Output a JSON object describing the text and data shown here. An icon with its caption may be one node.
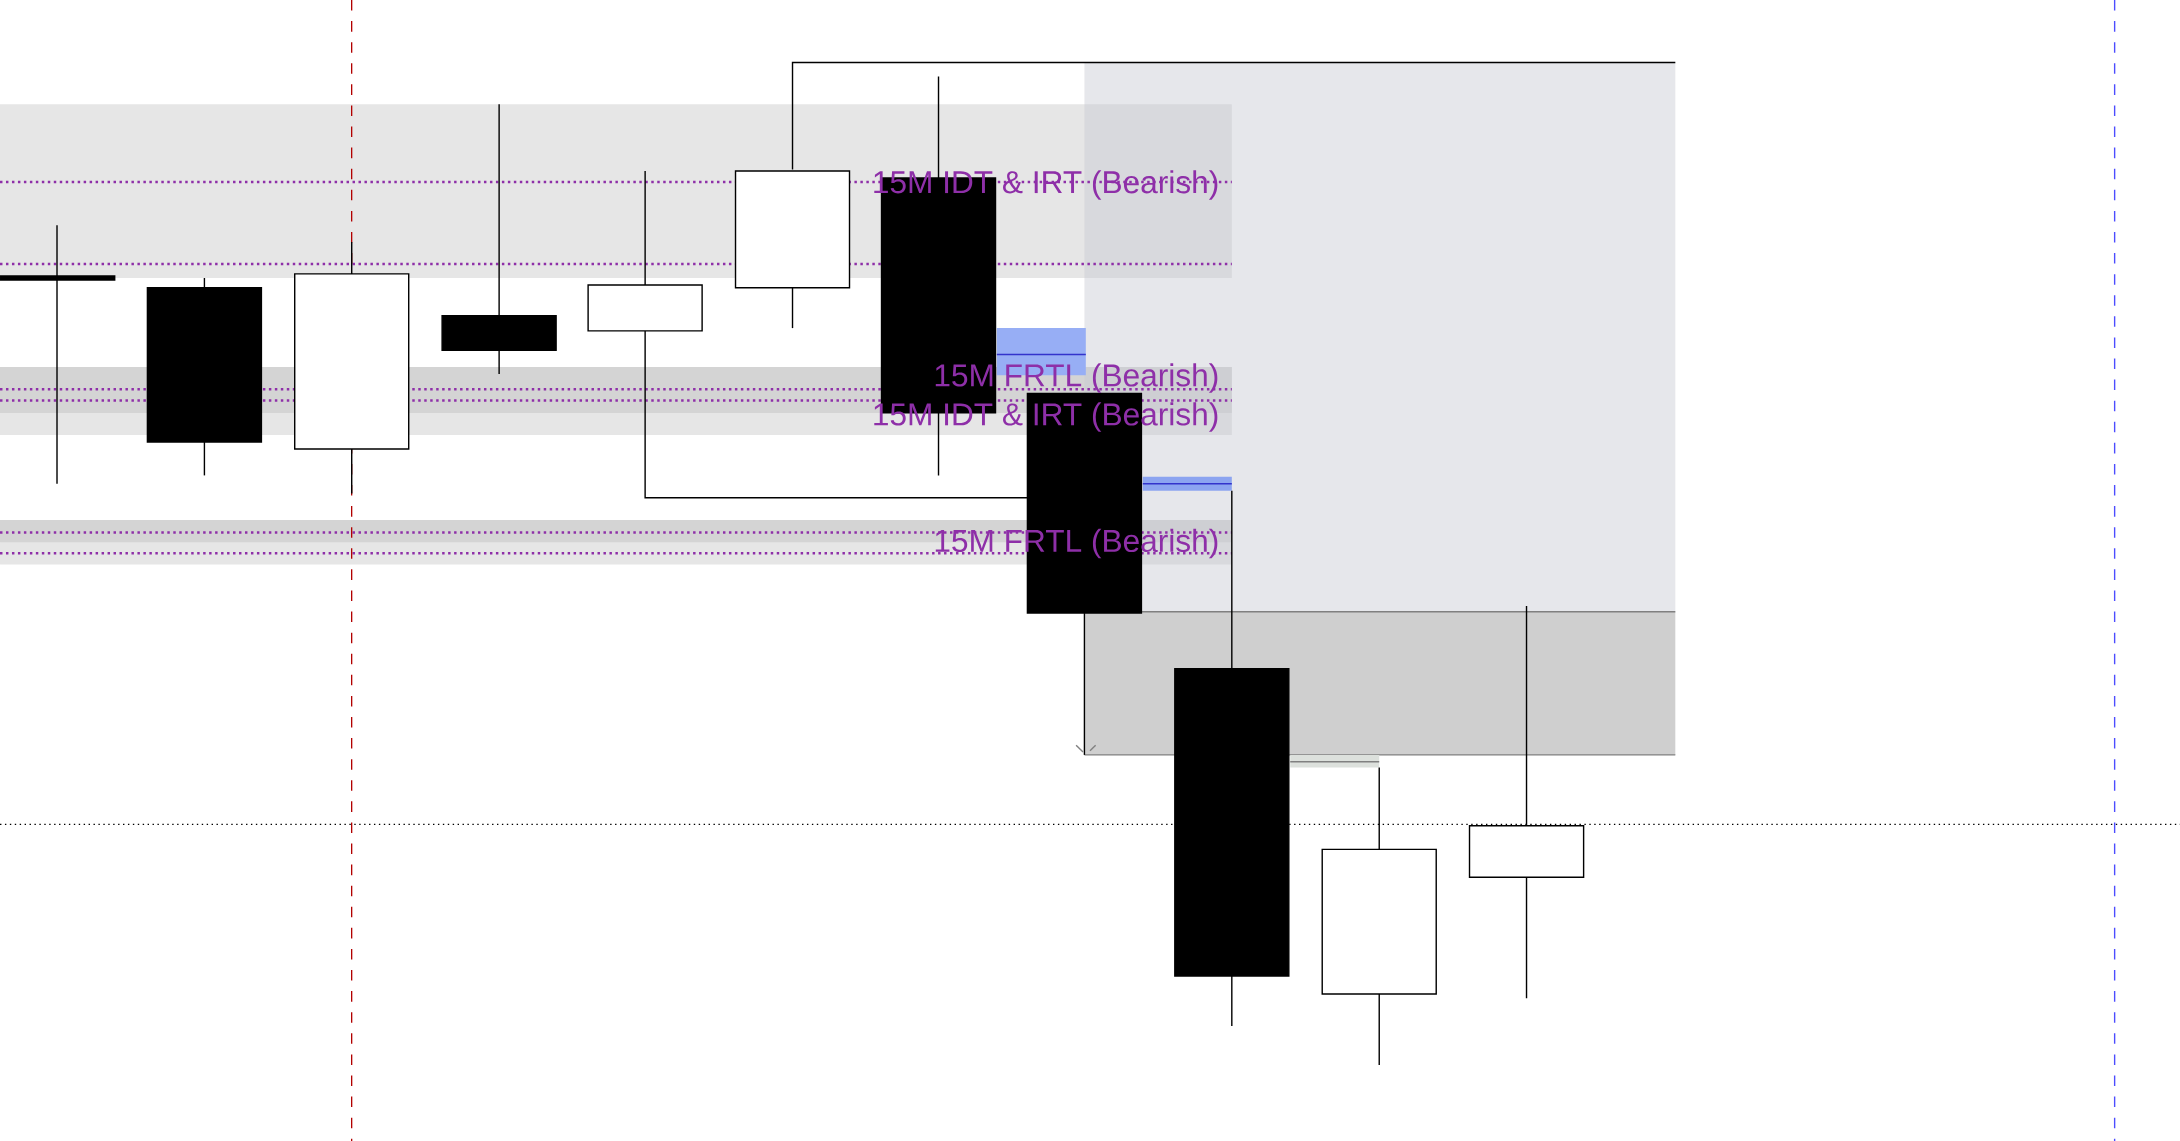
{
  "diagram": {
    "labels": [
      "15M IDT & IRT (Bearish)",
      "15M FRTL (Bearish)",
      "15M IDT & IRT (Bearish)",
      "15M FRTL (Bearish)"
    ]
  }
}
